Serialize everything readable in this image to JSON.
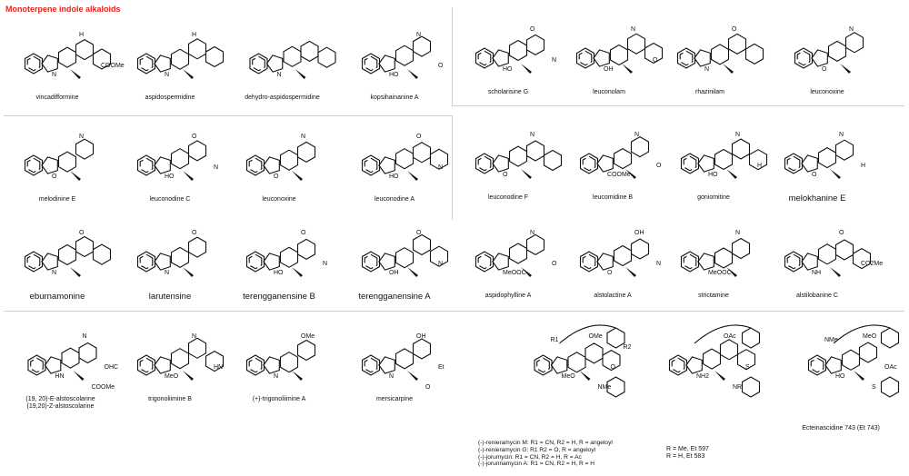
{
  "header": {
    "title": "Monoterpene indole alkaloids",
    "title_color": "#e8231c"
  },
  "compounds": [
    {
      "label": "vincadifformine",
      "groups": [
        "N",
        "H",
        "COOMe"
      ]
    },
    {
      "label": "aspidospermidine",
      "groups": [
        "N",
        "H"
      ]
    },
    {
      "label": "dehydro-aspidospermidine",
      "groups": [
        "N"
      ]
    },
    {
      "label": "kopsihainanine A",
      "groups": [
        "HO",
        "N",
        "O"
      ]
    },
    {
      "label": "scholarisine G",
      "groups": [
        "HO",
        "O",
        "N"
      ]
    },
    {
      "label": "leuconolam",
      "groups": [
        "OH",
        "N",
        "O"
      ]
    },
    {
      "label": "rhazinilam",
      "groups": [
        "N",
        "O"
      ]
    },
    {
      "label": "leuconoxine",
      "groups": [
        "O",
        "N"
      ]
    },
    {
      "label": "melodinine E",
      "groups": [
        "O",
        "N"
      ]
    },
    {
      "label": "leuconodine C",
      "groups": [
        "HO",
        "O",
        "N"
      ]
    },
    {
      "label": "leuconoxine",
      "groups": [
        "O",
        "N"
      ]
    },
    {
      "label": "leuconodine A",
      "groups": [
        "HO",
        "O",
        "N"
      ]
    },
    {
      "label": "leuconodine F",
      "groups": [
        "O",
        "N"
      ]
    },
    {
      "label": "leucomidine B",
      "groups": [
        "COOMe",
        "N",
        "O"
      ]
    },
    {
      "label": "goniomitine",
      "groups": [
        "HO",
        "N",
        "H"
      ]
    },
    {
      "label": "melokhanine E",
      "groups": [
        "O",
        "N",
        "H"
      ]
    },
    {
      "label": "eburnamonine",
      "groups": [
        "N",
        "O"
      ]
    },
    {
      "label": "larutensine",
      "groups": [
        "N",
        "O"
      ]
    },
    {
      "label": "terengganensine B",
      "groups": [
        "HO",
        "O",
        "N"
      ]
    },
    {
      "label": "terengganensine A",
      "groups": [
        "OH",
        "O",
        "N"
      ]
    },
    {
      "label": "aspidophylline A",
      "groups": [
        "MeOOC",
        "N",
        "O"
      ]
    },
    {
      "label": "alstolactine A",
      "groups": [
        "O",
        "OH",
        "N"
      ]
    },
    {
      "label": "strictamine",
      "groups": [
        "MeOOC",
        "N"
      ]
    },
    {
      "label": "alstilobanine C",
      "groups": [
        "NH",
        "O",
        "CO2Me"
      ]
    },
    {
      "label": "(19, 20)-E-alstoscolarine\n(19,20)-Z-alstoscolarine",
      "groups": [
        "HN",
        "N",
        "OHC",
        "COOMe"
      ]
    },
    {
      "label": "trigonoliimine B",
      "groups": [
        "MeO",
        "N",
        "HN"
      ]
    },
    {
      "label": "(+)-trigonoliimine A",
      "groups": [
        "N",
        "OMe"
      ]
    },
    {
      "label": "mersicarpine",
      "groups": [
        "N",
        "OH",
        "Et",
        "O"
      ]
    },
    {
      "label": "",
      "groups": [
        "MeO",
        "OMe",
        "O",
        "NMe",
        "R1",
        "R2"
      ]
    },
    {
      "label": "",
      "groups": [
        "NH2",
        "OAc",
        "S",
        "NR"
      ]
    },
    {
      "label": "Ecteinascidine 743 (Et 743)",
      "groups": [
        "HO",
        "MeO",
        "OAc",
        "S",
        "NMe"
      ]
    }
  ],
  "renieramycin_legend": [
    "(-)-renieramycin M: R1 = CN, R2 = H, R = angeloyl",
    "(-)-renieramycin G: R1 R2 = O, R = angeloyl",
    "(-)-jorumycin: R1 = CN, R2 = H, R = Ac",
    "(-)-jorunnamycin A: R1 = CN, R2 = H, R = H"
  ],
  "et_legend": [
    "R = Me, Et 597",
    "R = H,  Et 583"
  ]
}
